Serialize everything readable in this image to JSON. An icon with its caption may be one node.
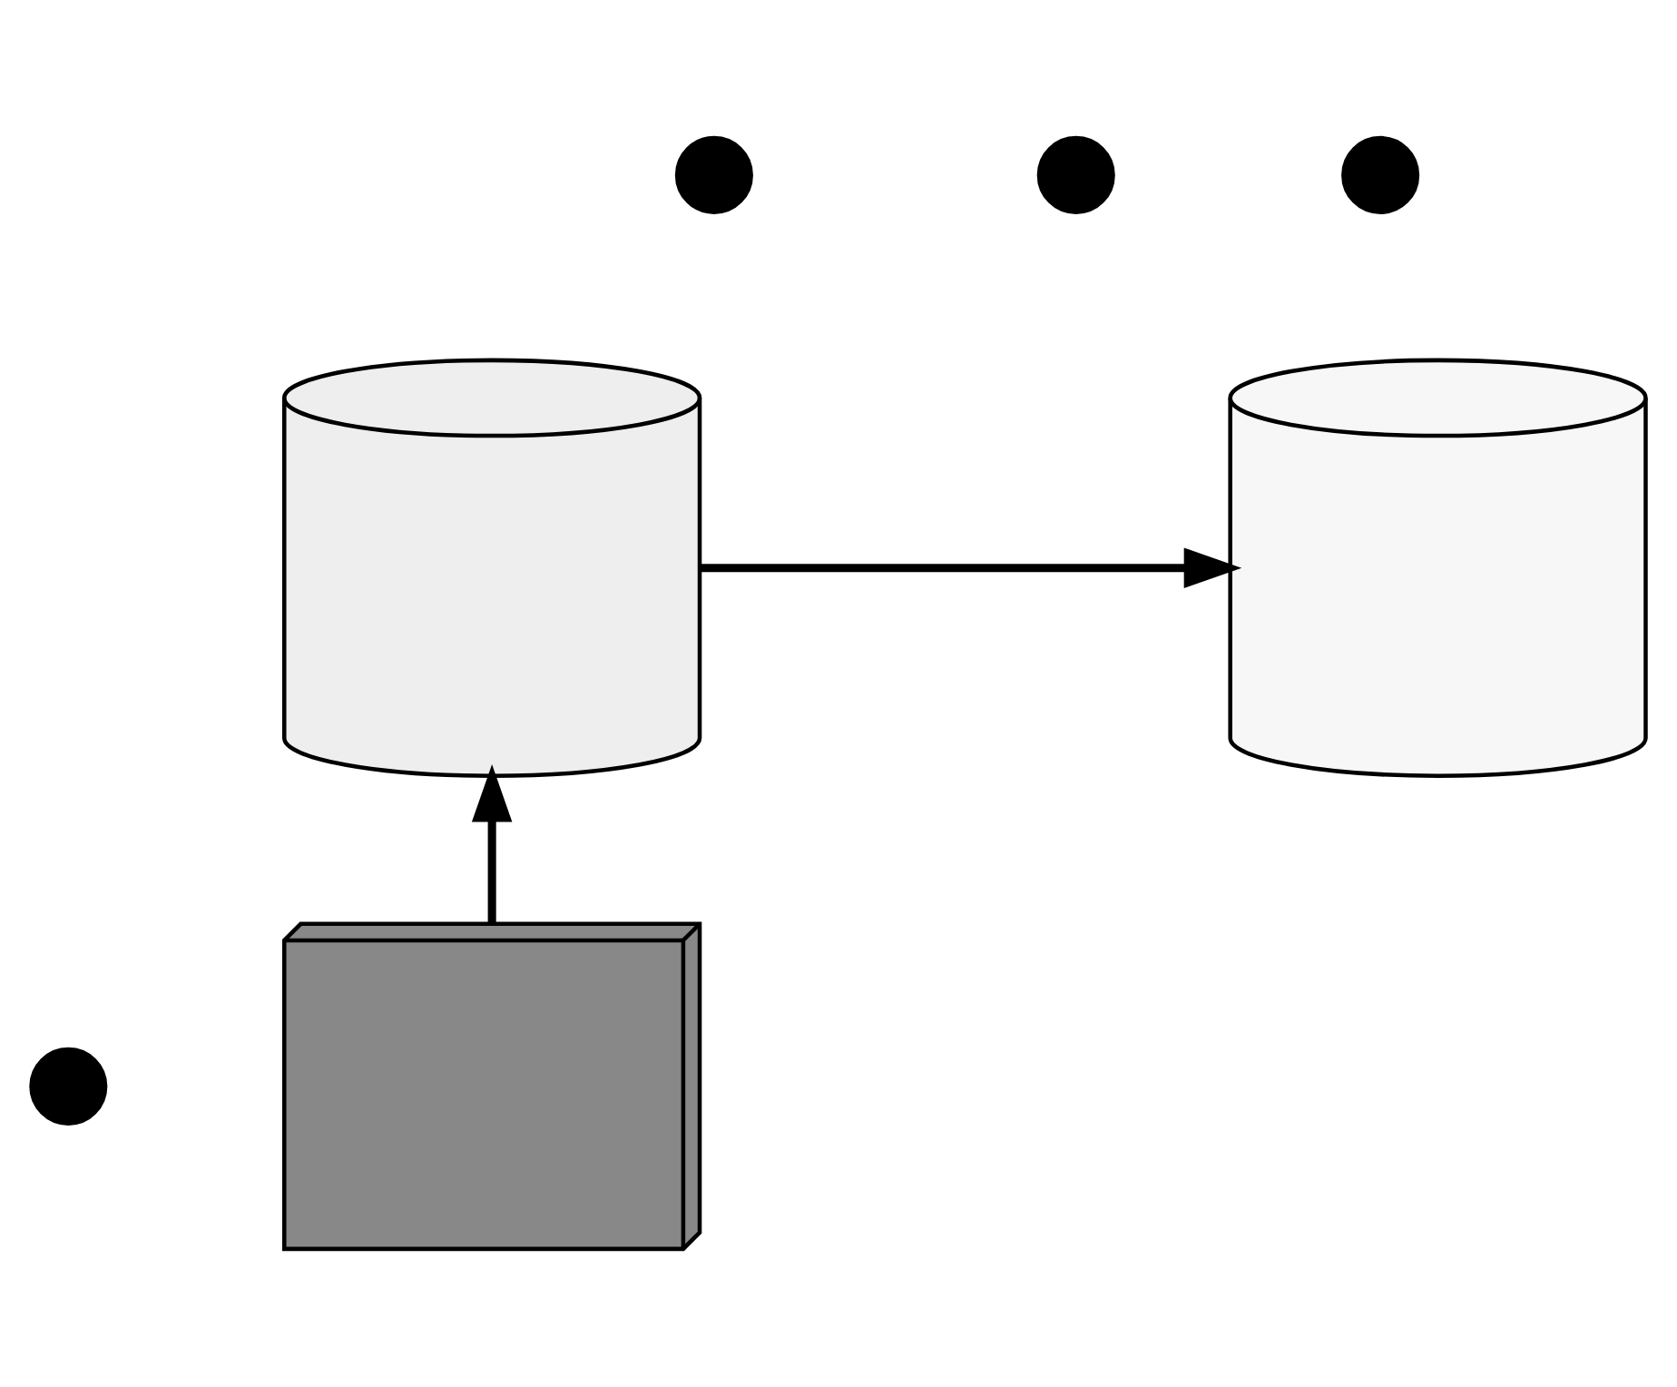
{
  "diagram": {
    "nodes": [
      {
        "text": [],
        "shape": "circle"
      },
      {
        "text": [],
        "shape": "circle"
      },
      {
        "text": [],
        "shape": "cylinder"
      },
      {
        "text": [],
        "shape": "circle"
      },
      {
        "text": [],
        "shape": "cylinder"
      },
      {
        "text": [],
        "shape": "computer"
      },
      {
        "text": [],
        "shape": "circle"
      }
    ],
    "edges": [
      {
        "from": 2,
        "to": 4,
        "arrow": "to"
      },
      {
        "from": 5,
        "to": 2,
        "arrow": "to"
      }
    ]
  }
}
